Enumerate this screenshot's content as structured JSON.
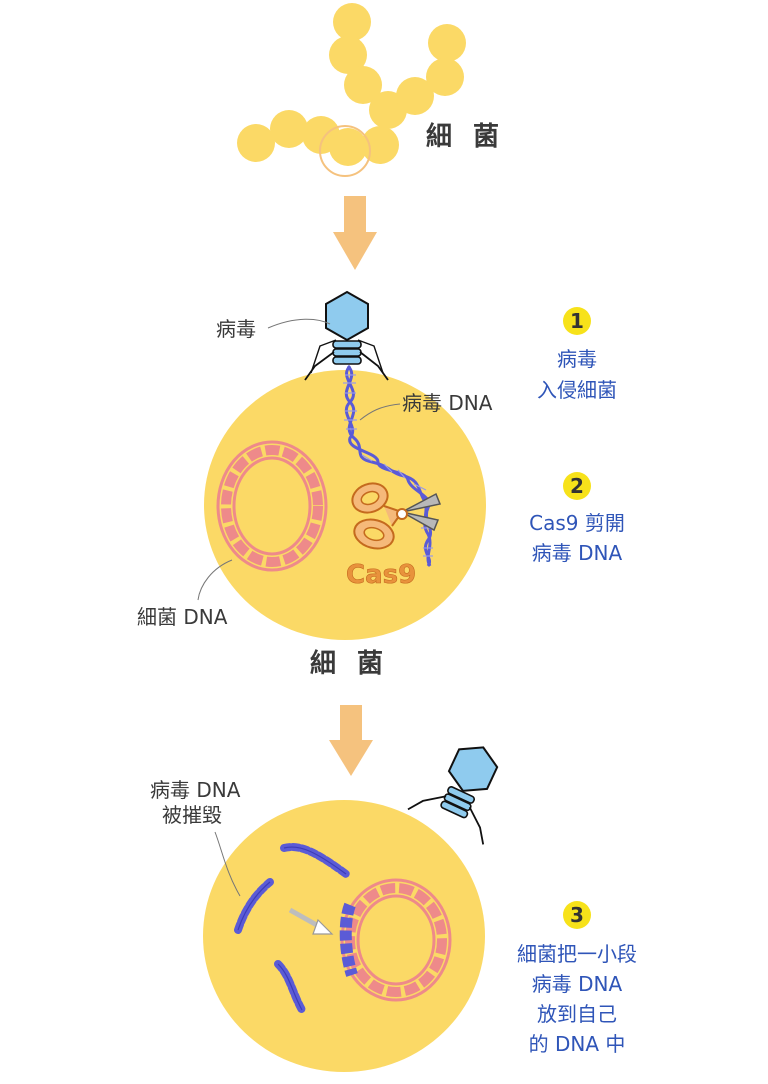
{
  "colors": {
    "bacteria_yellow": "#fbd966",
    "bacteria_cell_fill": "#fbd966",
    "arrow_orange": "#f5c27e",
    "virus_blue": "#8fcbee",
    "viral_dna": "#5b5bd6",
    "bacterial_dna": "#ee8a8a",
    "step_badge": "#f7e21a",
    "caption_blue": "#2f55b8"
  },
  "top": {
    "label": "細 菌"
  },
  "middle": {
    "virus_label": "病毒",
    "viral_dna_label": "病毒 DNA",
    "bacterial_dna_label": "細菌 DNA",
    "enzyme_label": "Cas9",
    "cell_label": "細 菌"
  },
  "bottom": {
    "destroyed_label_line1": "病毒 DNA",
    "destroyed_label_line2": "被摧毀"
  },
  "steps": [
    {
      "number": "1",
      "lines": [
        "病毒",
        "入侵細菌"
      ]
    },
    {
      "number": "2",
      "lines": [
        "Cas9 剪開",
        "病毒 DNA"
      ]
    },
    {
      "number": "3",
      "lines": [
        "細菌把一小段",
        "病毒 DNA",
        "放到自己",
        "的 DNA 中"
      ]
    }
  ],
  "icons": {
    "bacteria_chain": "bacteria-chain-icon",
    "down_arrow": "down-arrow-icon",
    "phage": "bacteriophage-icon",
    "scissors": "scissors-icon",
    "insert_arrow": "insert-arrow-icon"
  }
}
